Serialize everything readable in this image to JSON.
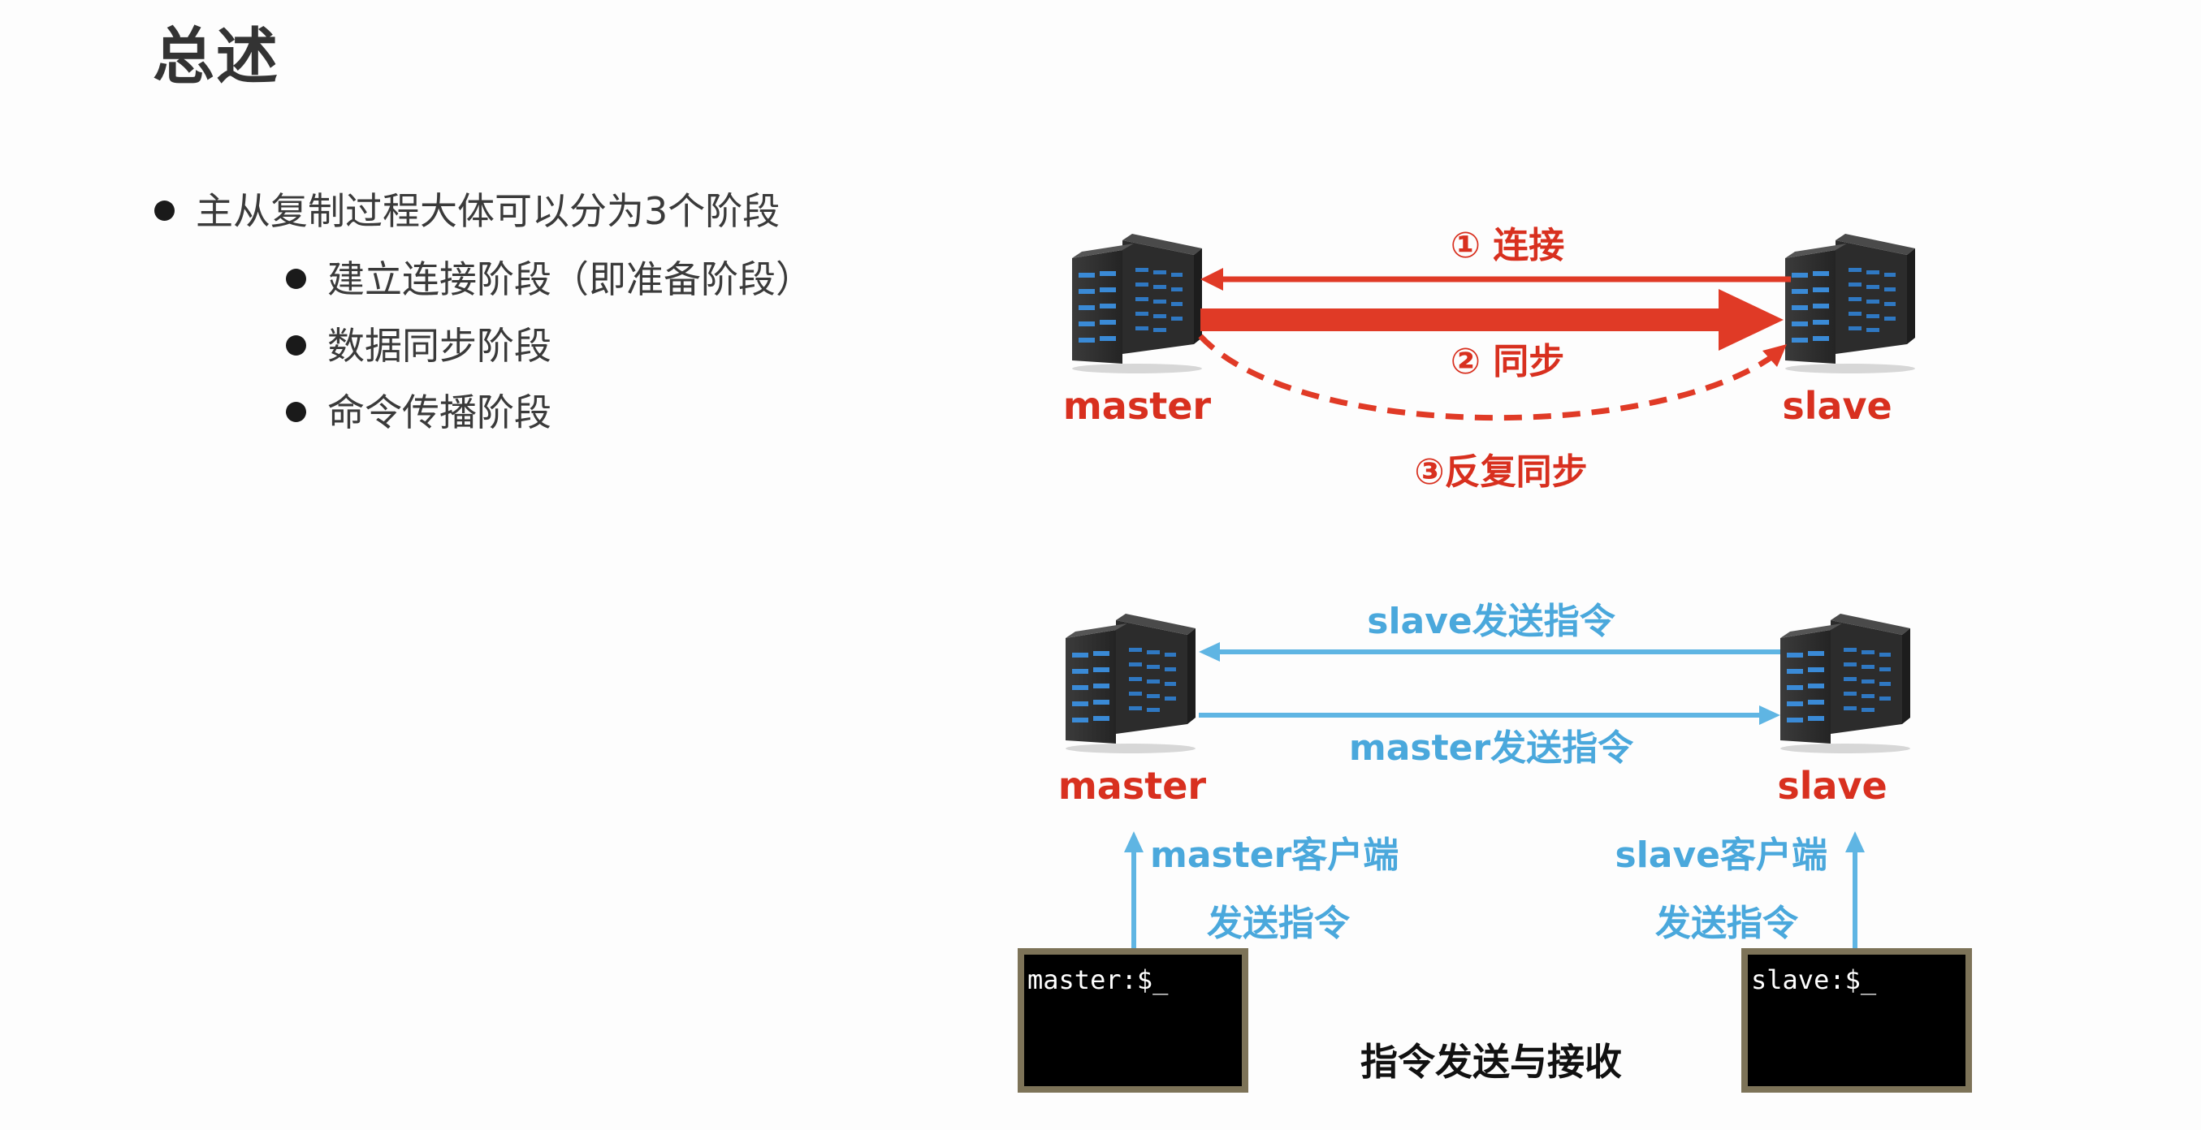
{
  "slide": {
    "title": "总述"
  },
  "bullets": {
    "main": "主从复制过程大体可以分为3个阶段",
    "sub": [
      "建立连接阶段（即准备阶段）",
      "数据同步阶段",
      "命令传播阶段"
    ]
  },
  "diagram_top": {
    "master_label": "master",
    "slave_label": "slave",
    "step1": "① 连接",
    "step2": "② 同步",
    "step3": "③反复同步"
  },
  "diagram_bottom": {
    "master_label": "master",
    "slave_label": "slave",
    "slave_send": "slave发送指令",
    "master_send": "master发送指令",
    "master_client_line1": "master客户端",
    "master_client_line2": "发送指令",
    "slave_client_line1": "slave客户端",
    "slave_client_line2": "发送指令",
    "master_terminal": "master:$_",
    "slave_terminal": "slave:$_",
    "caption": "指令发送与接收"
  },
  "colors": {
    "red": "#e03a26",
    "label_red": "#d8301f",
    "blue": "#5fb5e3",
    "label_blue": "#4aa8dc",
    "terminal_bg": "#000000",
    "terminal_border": "#7d7358"
  }
}
